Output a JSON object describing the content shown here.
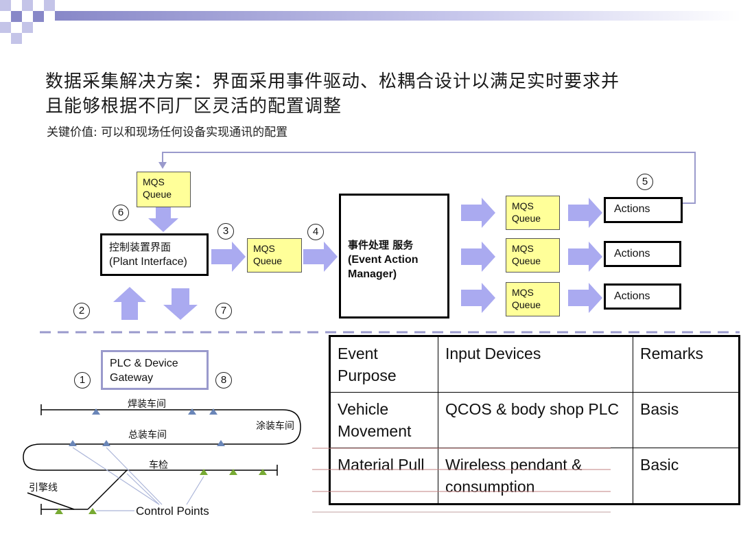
{
  "title": {
    "line1": "数据采集解决方案：界面采用事件驱动、松耦合设计以满足实时要求并",
    "line2": "且能够根据不同厂区灵活的配置调整"
  },
  "subtitle": "关键价值: 可以和现场任何设备实现通讯的配置",
  "diagram": {
    "mqs_queue_label": [
      "MQS",
      "Queue"
    ],
    "plant_interface": [
      "控制装置界面",
      "(Plant Interface)"
    ],
    "event_manager": [
      "事件处理 服务",
      "(Event Action",
      "Manager)"
    ],
    "actions": [
      "Actions",
      "Actions",
      "Actions"
    ],
    "plc_gateway": [
      "PLC & Device",
      "Gateway"
    ],
    "step_numbers": [
      "1",
      "2",
      "3",
      "4",
      "5",
      "6",
      "7",
      "8"
    ]
  },
  "layout_map": {
    "lines": [
      "焊装车间",
      "涂装车间",
      "总装车间",
      "车检",
      "引擎线"
    ],
    "control_points_label": "Control Points"
  },
  "table": {
    "headers": [
      "Event Purpose",
      "Input Devices",
      "Remarks"
    ],
    "rows": [
      [
        "Vehicle Movement",
        "QCOS & body shop PLC",
        "Basis"
      ],
      [
        "Material Pull",
        "Wireless pendant & consumption",
        "Basic"
      ]
    ]
  },
  "colors": {
    "arrow": "#aaaaf0",
    "queue_fill": "#ffff99",
    "dashed_divider": "#9a9acc",
    "header_square_dark": "#8888c8",
    "header_square_light": "#c4c4e8"
  }
}
